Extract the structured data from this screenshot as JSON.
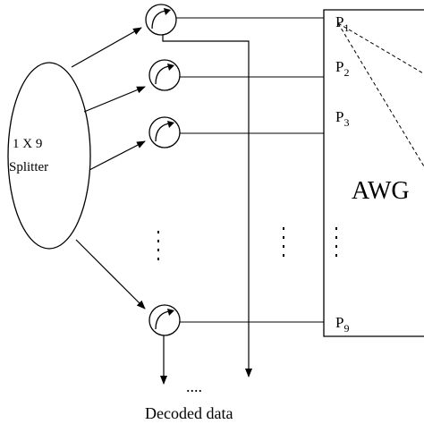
{
  "splitter": {
    "line1": "1 X 9",
    "line2": "Splitter"
  },
  "awg": {
    "label": "AWG"
  },
  "ports": [
    {
      "letter": "P",
      "index": "1"
    },
    {
      "letter": "P",
      "index": "2"
    },
    {
      "letter": "P",
      "index": "3"
    },
    {
      "letter": "P",
      "index": "9"
    }
  ],
  "ellipsis_dots": "....",
  "output_label": "Decoded data",
  "colors": {
    "line": "#000000",
    "background": "#ffffff"
  }
}
